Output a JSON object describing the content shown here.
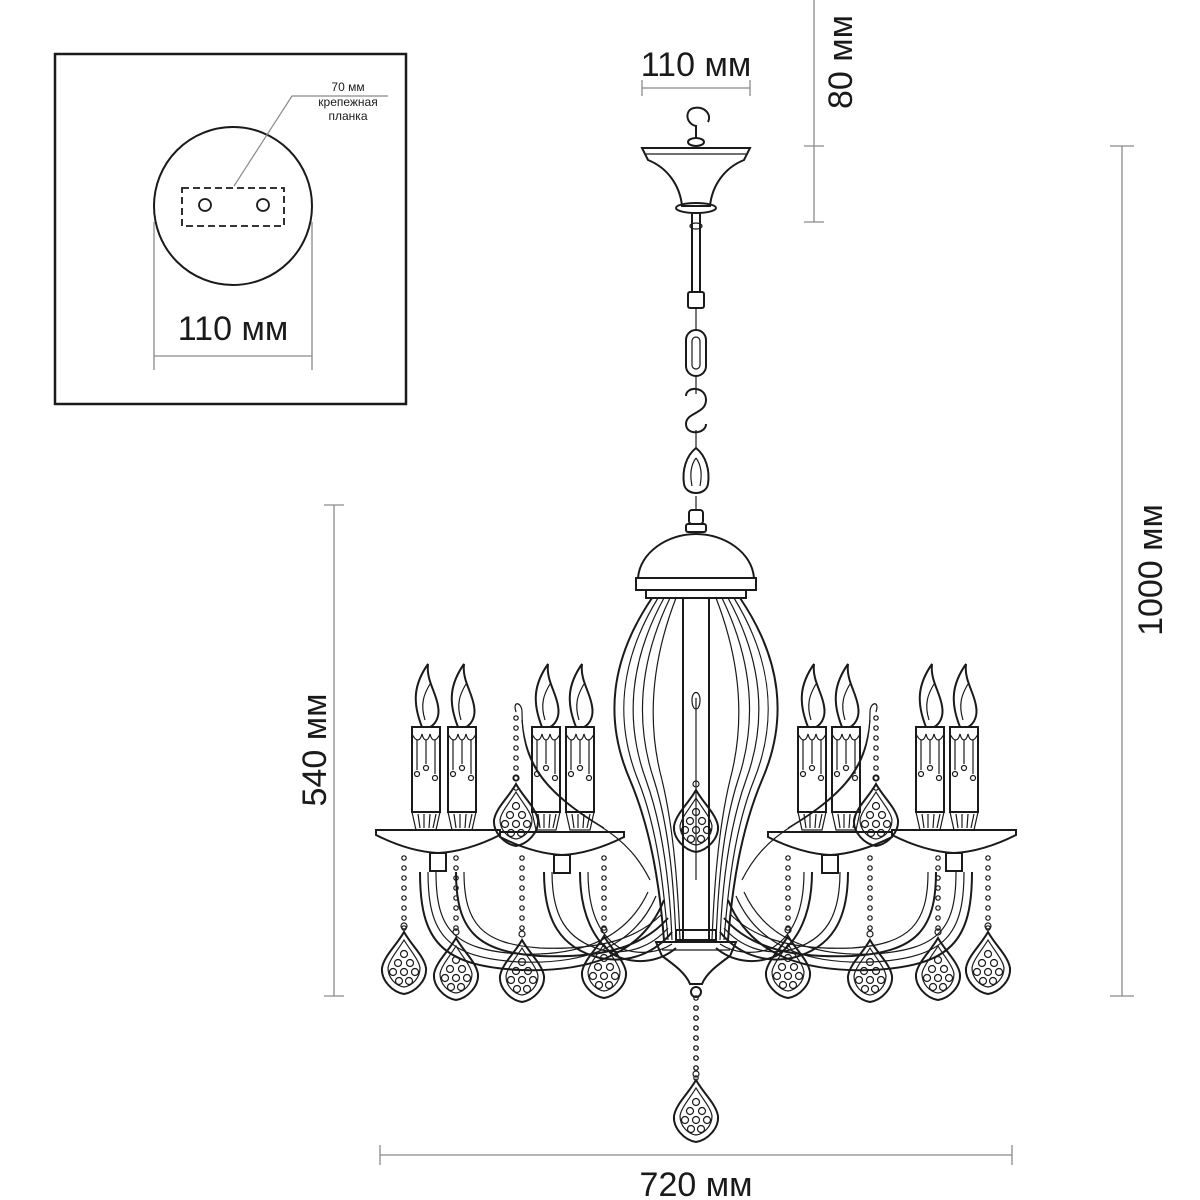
{
  "inset": {
    "plate_note_size": "70 мм",
    "plate_note_line1": "крепежная",
    "plate_note_line2": "планка",
    "diameter_label": "110 мм"
  },
  "dimensions": {
    "canopy_width": "110 мм",
    "canopy_height": "80 мм",
    "total_height": "1000 мм",
    "body_height": "540 мм",
    "total_width": "720 мм"
  }
}
